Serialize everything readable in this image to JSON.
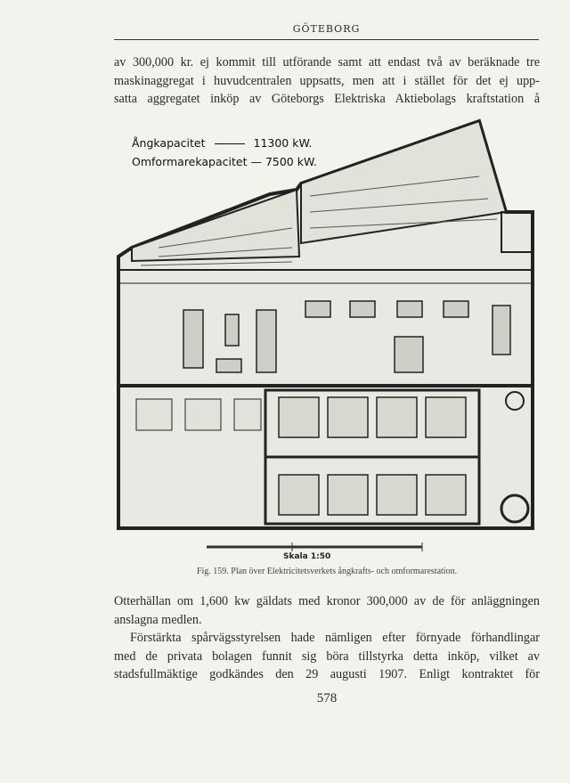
{
  "header": {
    "title": "GÖTEBORG"
  },
  "paragraph1": {
    "lines": [
      "av 300,000 kr. ej kommit till utförande samt att endast två av beräknade tre",
      "maskinaggregat i huvudcentralen uppsatts, men att i stället för det ej upp-",
      "satta aggregatet inköp av Göteborgs Elektriska Aktiebolags kraftstation å"
    ]
  },
  "figure": {
    "legend": [
      {
        "label": "Ångkapacitet",
        "value": "11300 kW."
      },
      {
        "label": "Omformarekapacitet",
        "value": "7500 kW."
      }
    ],
    "scale_label": "Skala 1:50",
    "caption": "Fig. 159.   Plan över Elektricitetsverkets ångkrafts- och omformarestation."
  },
  "paragraph2": {
    "lines": [
      "Otterhällan om 1,600 kw gäldats med kronor 300,000 av de för anläggningen",
      "anslagna medlen."
    ]
  },
  "paragraph3": {
    "lines": [
      "Förstärkta spårvägsstyrelsen hade nämligen efter förnyade förhandlingar",
      "med de privata bolagen funnit sig böra tillstyrka detta inköp, vilket av",
      "stadsfullmäktige godkändes den 29 augusti 1907.  Enligt kontraktet för"
    ]
  },
  "page_number": "578"
}
